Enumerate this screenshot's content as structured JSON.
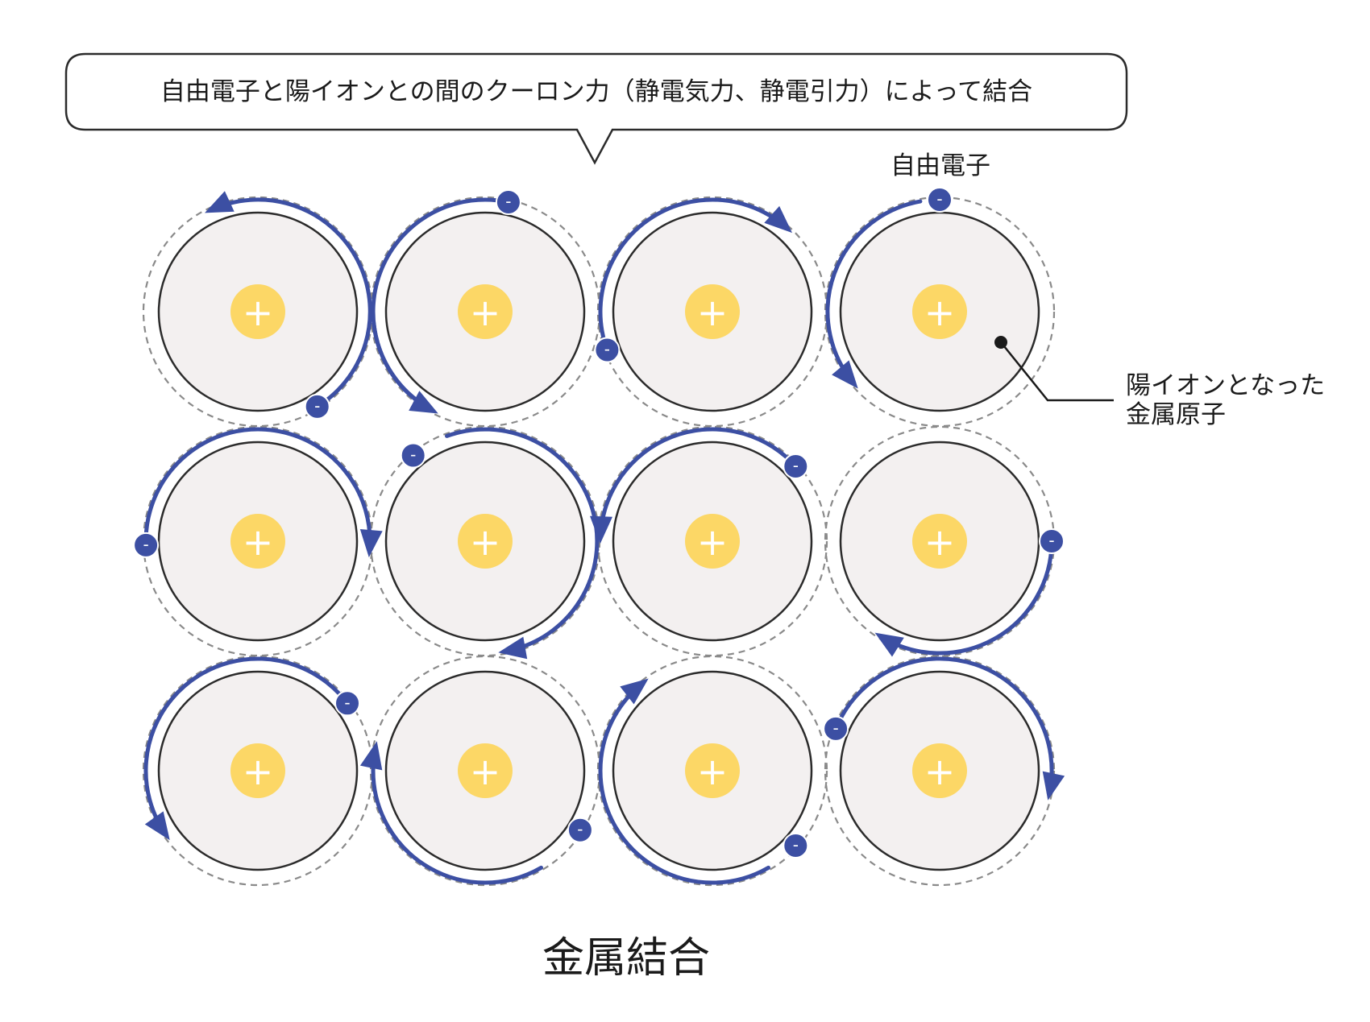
{
  "callout": {
    "text": "自由電子と陽イオンとの間のクーロン力（静電気力、静電引力）によって結合"
  },
  "labels": {
    "free_electron": "自由電子",
    "ion_line1": "陽イオンとなった",
    "ion_line2": "金属原子"
  },
  "caption": "金属結合",
  "symbols": {
    "ion_charge": "+",
    "electron_charge": "-"
  },
  "lattice": {
    "rows": 3,
    "columns": 4
  },
  "colors": {
    "atom_fill": "#f3f0f0",
    "atom_stroke": "#2b2b2b",
    "dashed_orbit": "#8a8a8a",
    "nucleus": "#fcd766",
    "electron": "#3c4fa3",
    "path": "#3c4fa3",
    "text": "#1a1a1a"
  }
}
